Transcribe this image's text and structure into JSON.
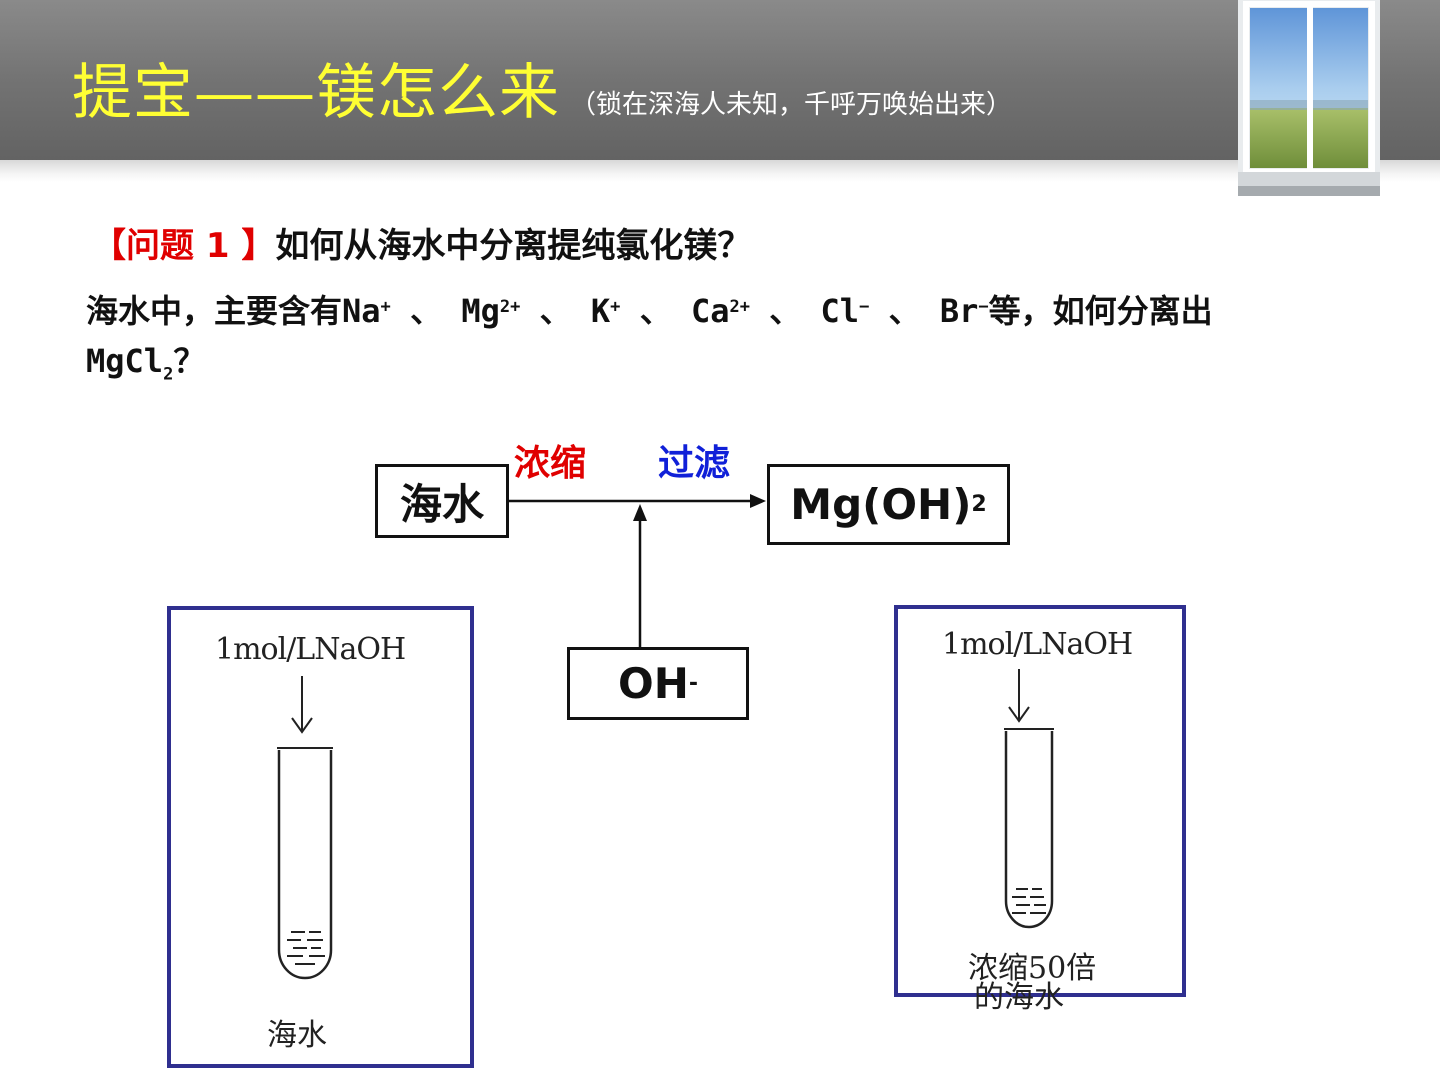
{
  "header": {
    "title": "提宝——镁怎么来",
    "subtitle": "（锁在深海人未知，千呼万唤始出来）"
  },
  "question": {
    "label": "【问题 1 】",
    "text": "如何从海水中分离提纯氯化镁？"
  },
  "paragraph": {
    "prefix": "海水中，主要含有",
    "ions": [
      {
        "base": "Na",
        "charge": "+"
      },
      {
        "base": "Mg",
        "charge": "2+"
      },
      {
        "base": "K",
        "charge": "+"
      },
      {
        "base": "Ca",
        "charge": "2+"
      },
      {
        "base": "Cl",
        "charge": "−"
      },
      {
        "base": "Br",
        "charge": "−"
      }
    ],
    "separator": " 、 ",
    "suffix": "等，如何分离出",
    "product_base": "MgCl",
    "product_sub": "2",
    "end": "？"
  },
  "flow": {
    "start": "海水",
    "step_1": "浓缩",
    "step_2": "过滤",
    "result_base": "Mg(OH)",
    "result_sub": "2",
    "reagent_base": "OH",
    "reagent_sup": "-"
  },
  "panels": {
    "left": {
      "reagent": "1mol/LNaOH",
      "caption": "海水"
    },
    "right": {
      "reagent": "1mol/LNaOH",
      "caption_1": "浓缩50倍",
      "caption_2": "的海水"
    }
  },
  "colors": {
    "title": "#ffff33",
    "question_label": "#e00000",
    "step_1": "#e00000",
    "step_2": "#1020d8",
    "panel_border": "#2f2f8f"
  }
}
